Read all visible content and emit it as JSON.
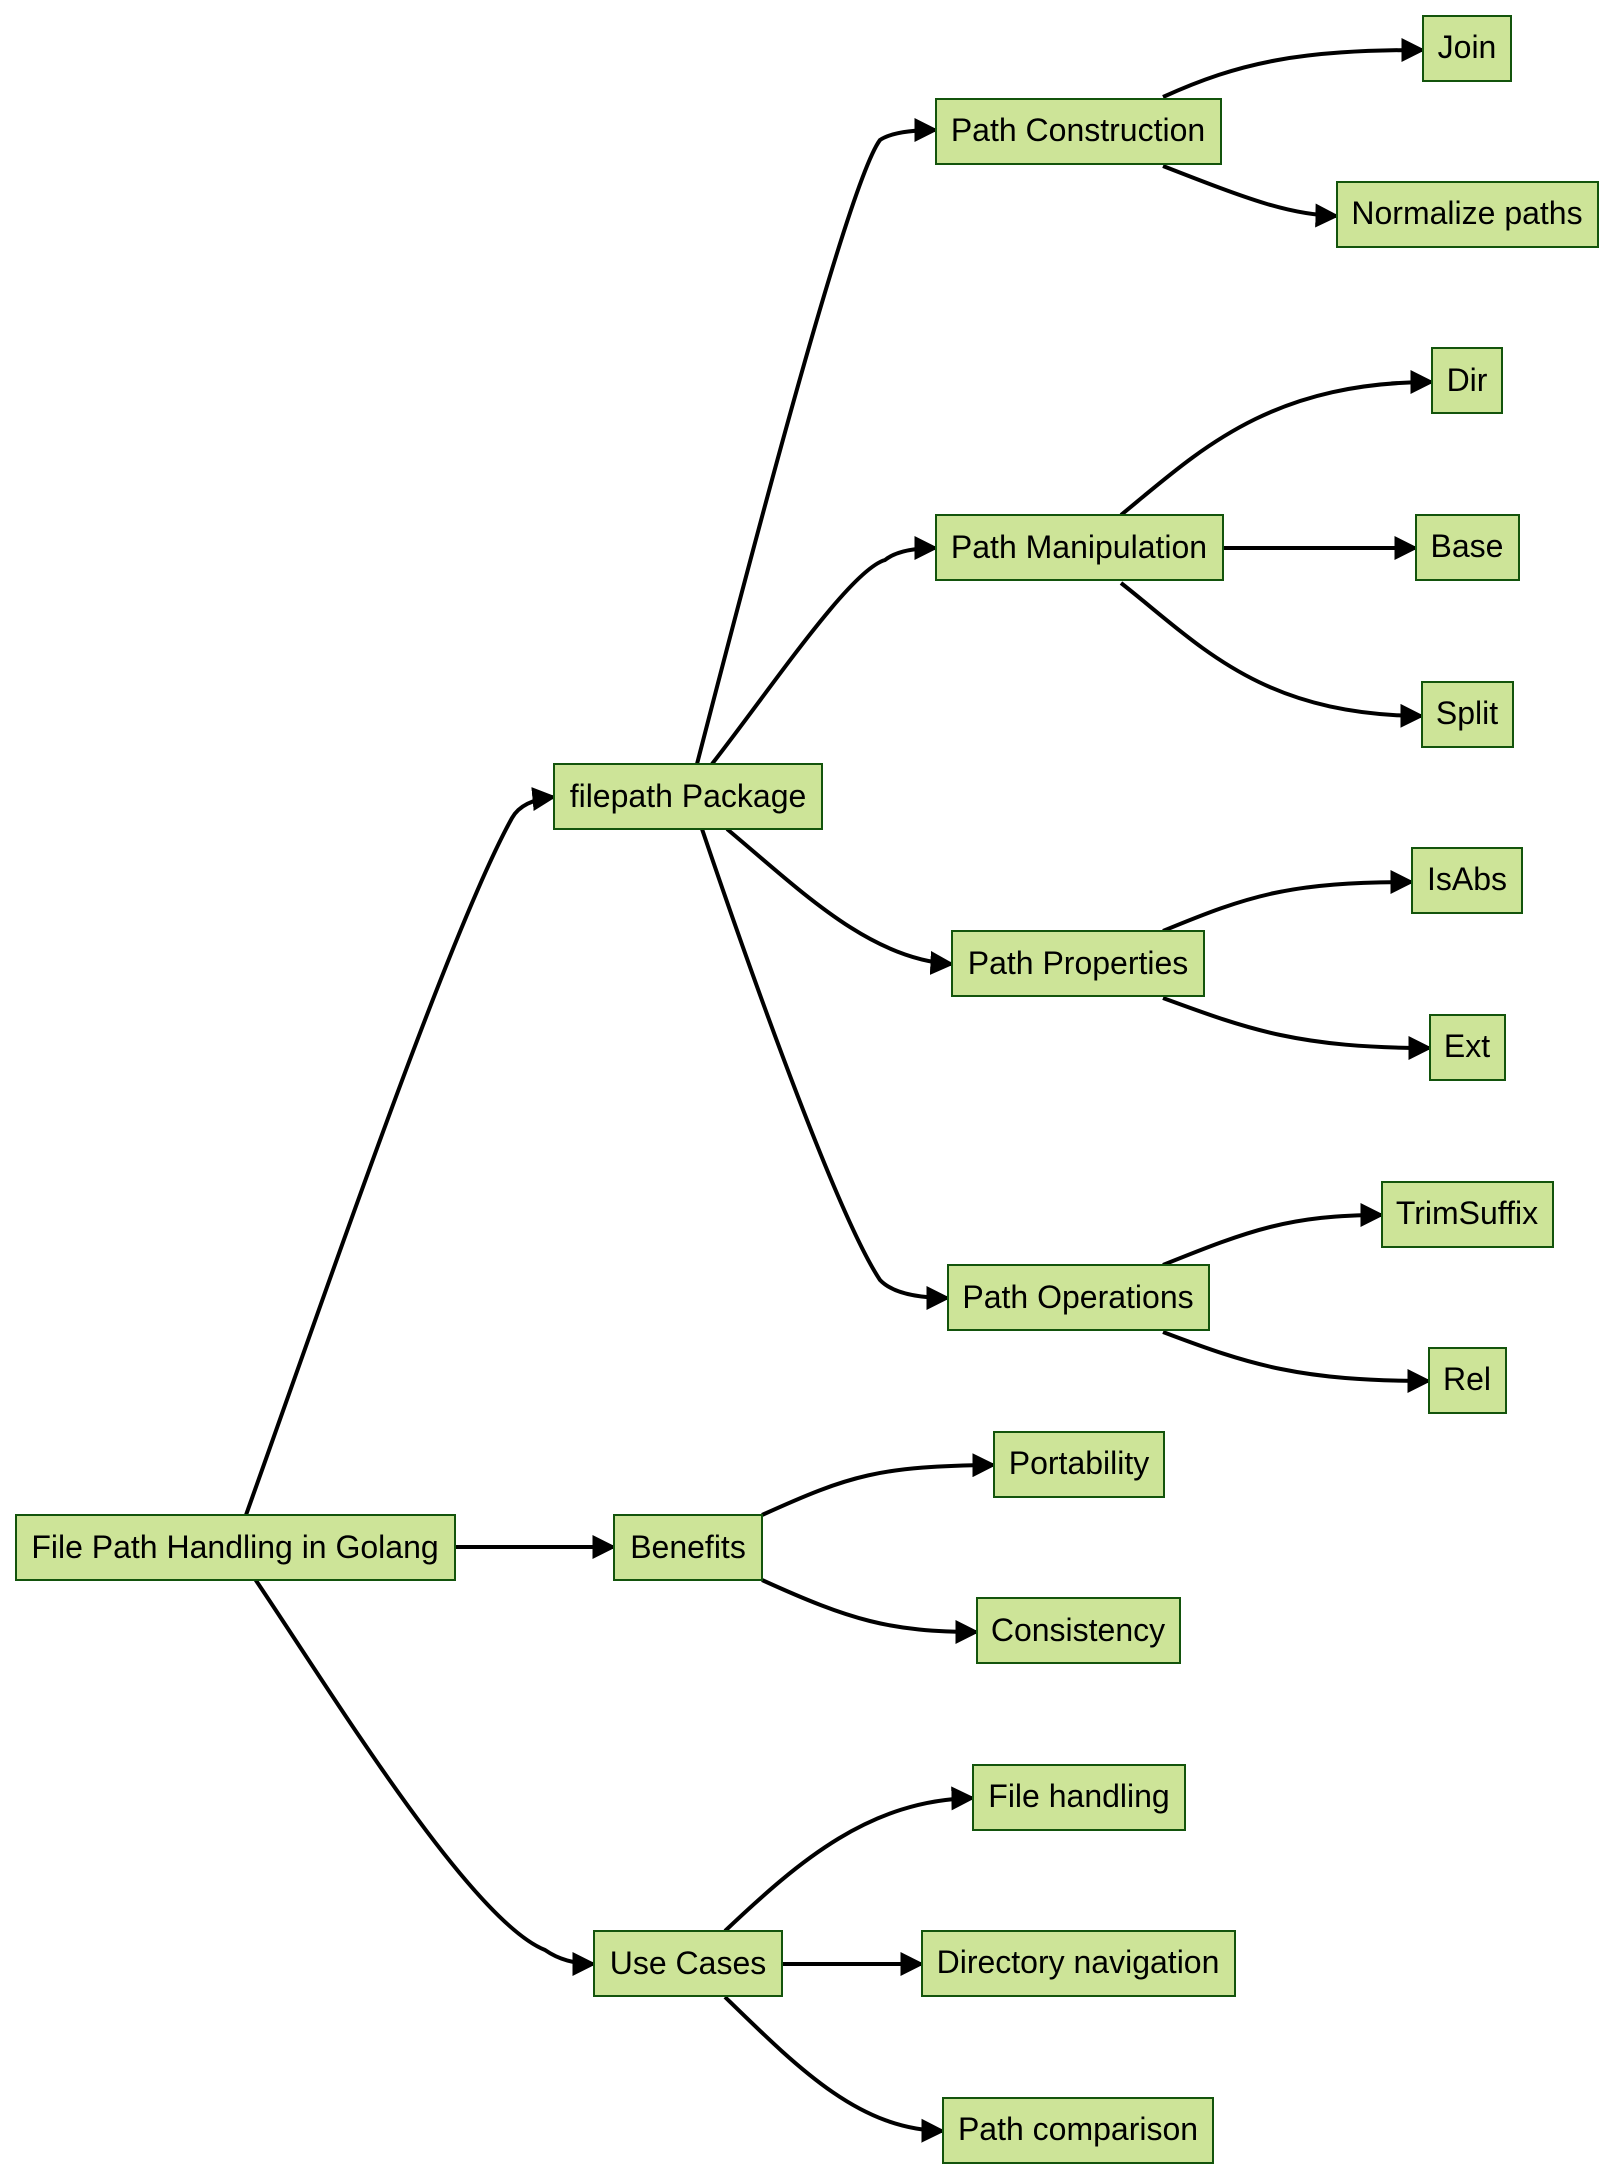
{
  "diagram": {
    "type": "flowchart-left-to-right",
    "node_fill": "#cde498",
    "node_border": "#13540c",
    "edge_color": "#000000",
    "nodes": {
      "root": "File Path Handling in Golang",
      "filepath_package": "filepath Package",
      "benefits": "Benefits",
      "use_cases": "Use Cases",
      "path_construction": "Path Construction",
      "path_manipulation": "Path Manipulation",
      "path_properties": "Path Properties",
      "path_operations": "Path Operations",
      "join": "Join",
      "normalize_paths": "Normalize paths",
      "dir": "Dir",
      "base": "Base",
      "split": "Split",
      "isabs": "IsAbs",
      "ext": "Ext",
      "trimsuffix": "TrimSuffix",
      "rel": "Rel",
      "portability": "Portability",
      "consistency": "Consistency",
      "file_handling": "File handling",
      "directory_navigation": "Directory navigation",
      "path_comparison": "Path comparison"
    },
    "edges": [
      [
        "root",
        "filepath_package"
      ],
      [
        "root",
        "benefits"
      ],
      [
        "root",
        "use_cases"
      ],
      [
        "filepath_package",
        "path_construction"
      ],
      [
        "filepath_package",
        "path_manipulation"
      ],
      [
        "filepath_package",
        "path_properties"
      ],
      [
        "filepath_package",
        "path_operations"
      ],
      [
        "path_construction",
        "join"
      ],
      [
        "path_construction",
        "normalize_paths"
      ],
      [
        "path_manipulation",
        "dir"
      ],
      [
        "path_manipulation",
        "base"
      ],
      [
        "path_manipulation",
        "split"
      ],
      [
        "path_properties",
        "isabs"
      ],
      [
        "path_properties",
        "ext"
      ],
      [
        "path_operations",
        "trimsuffix"
      ],
      [
        "path_operations",
        "rel"
      ],
      [
        "benefits",
        "portability"
      ],
      [
        "benefits",
        "consistency"
      ],
      [
        "use_cases",
        "file_handling"
      ],
      [
        "use_cases",
        "directory_navigation"
      ],
      [
        "use_cases",
        "path_comparison"
      ]
    ]
  }
}
